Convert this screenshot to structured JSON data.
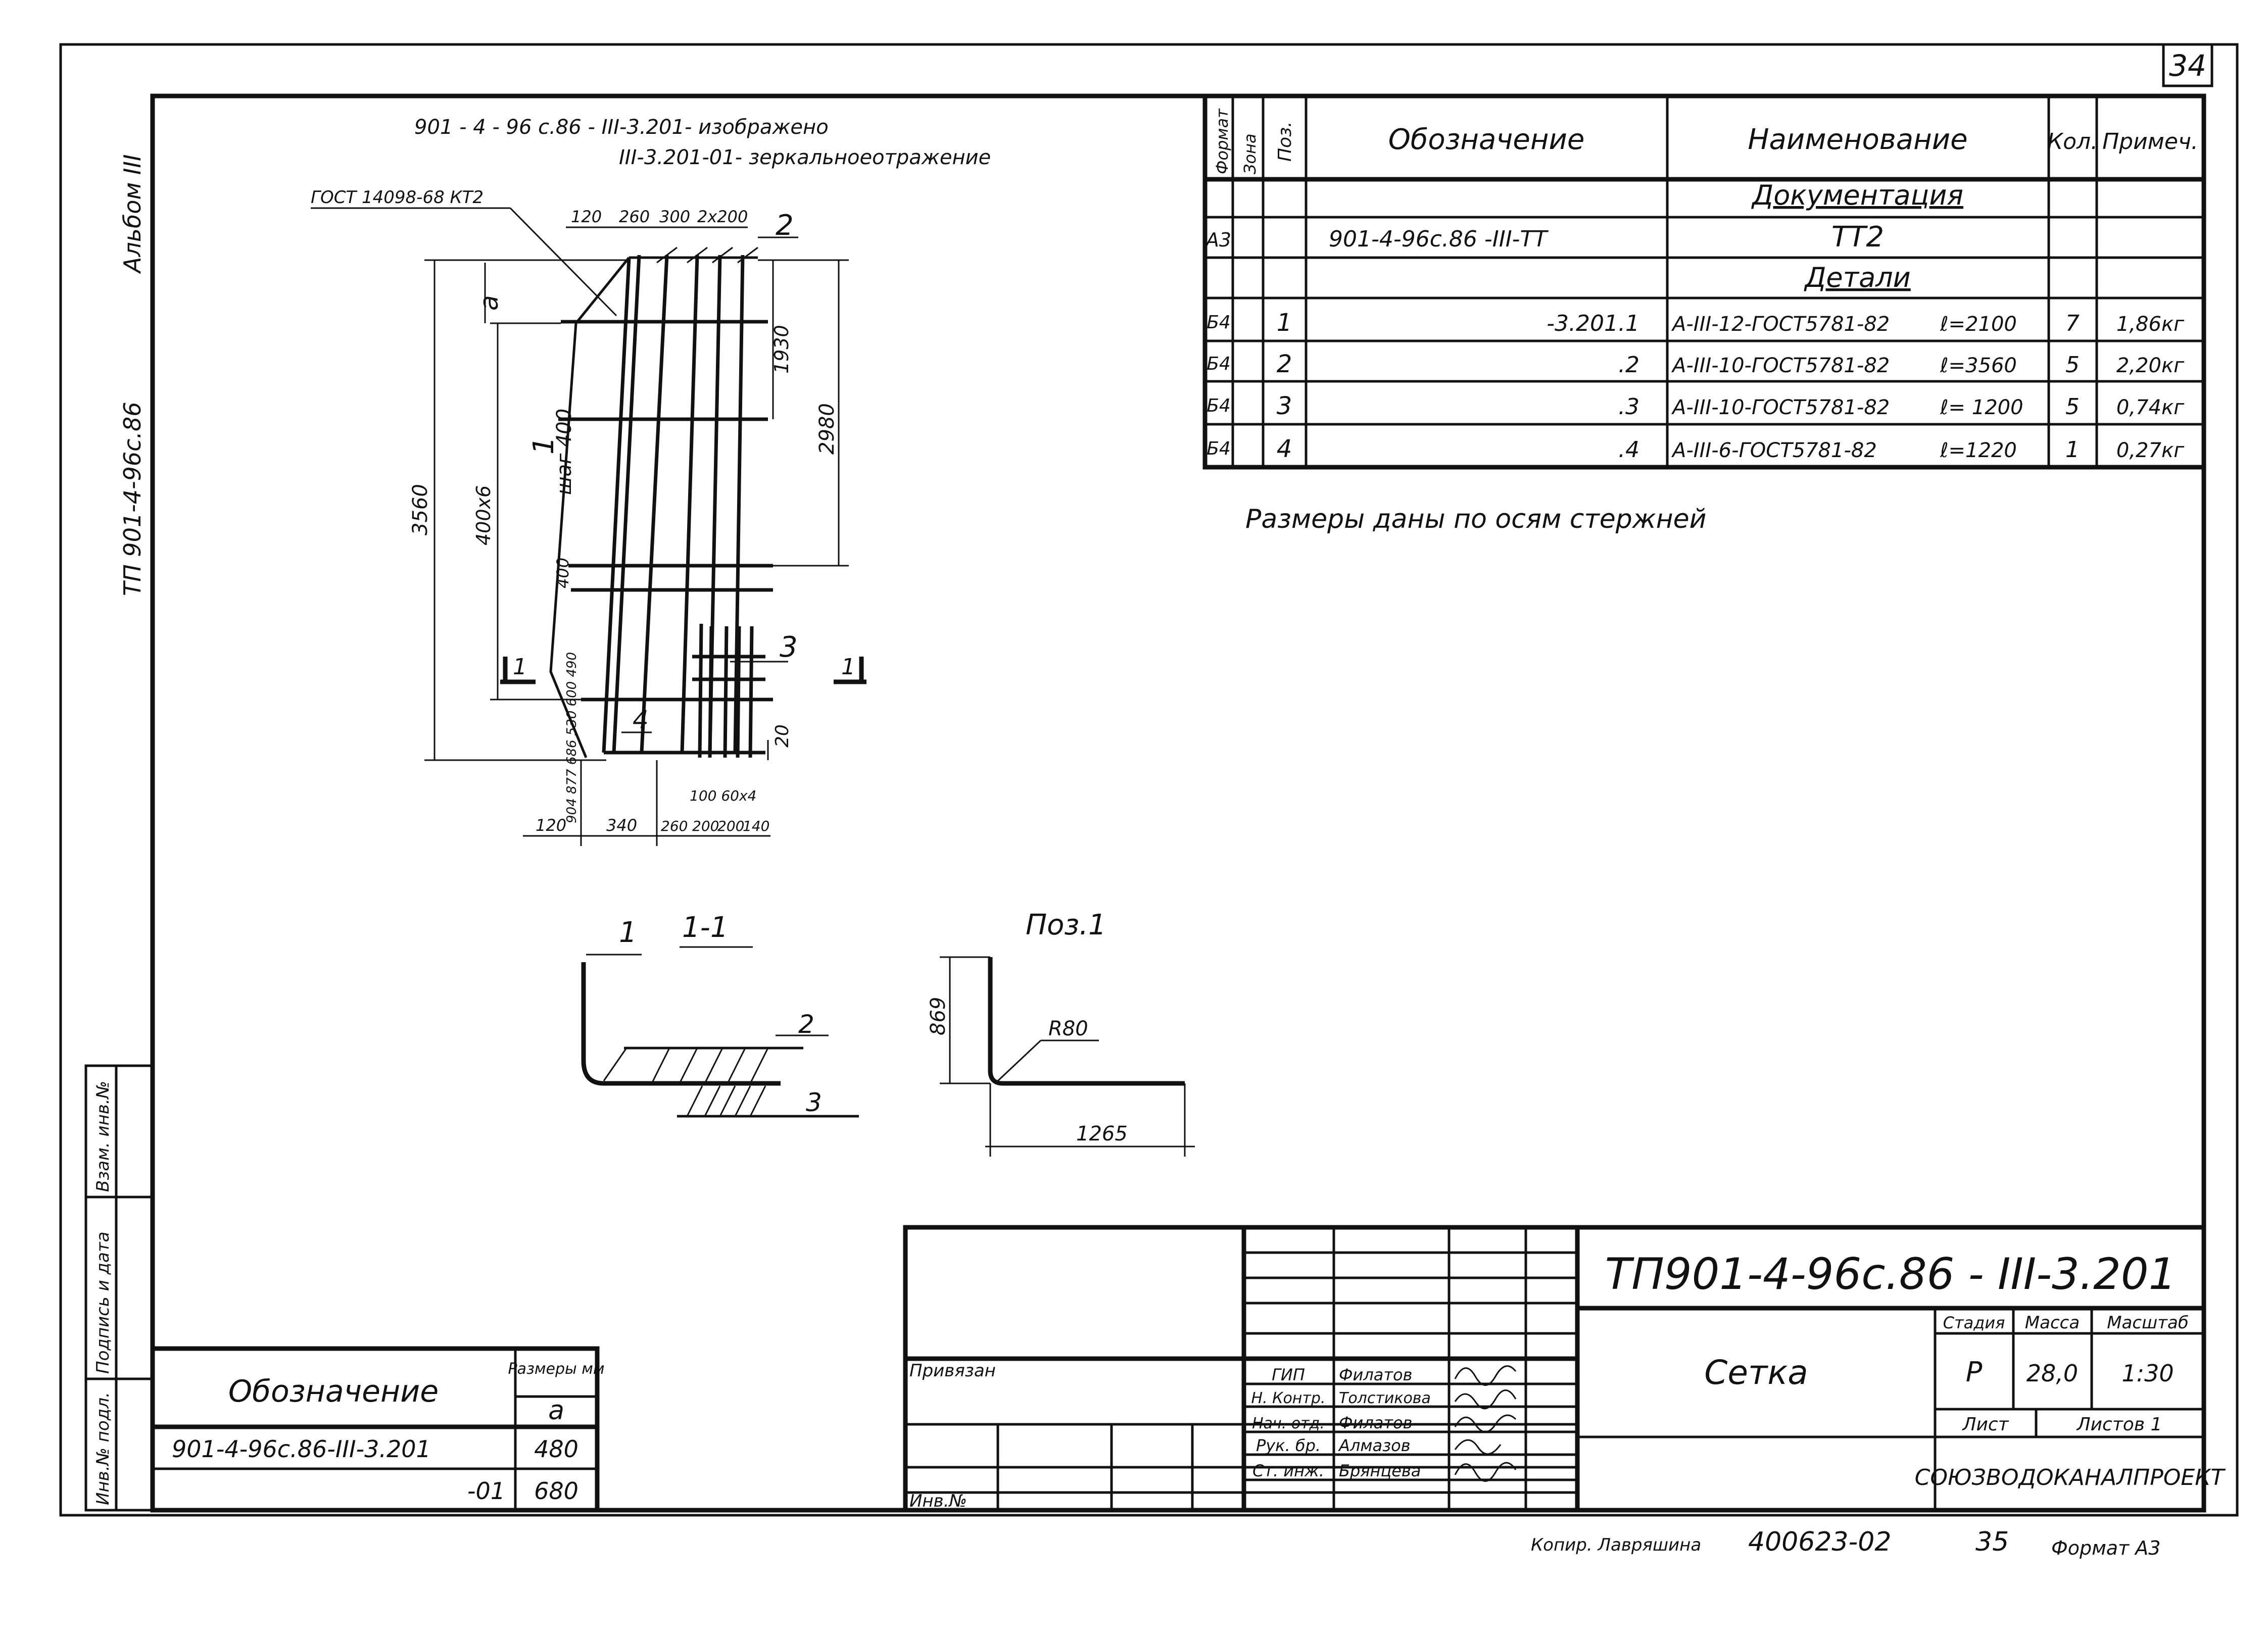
{
  "sheet": {
    "page_number": "34"
  },
  "side": {
    "album": "Альбом III",
    "project_code": "ТП 901-4-96с.86"
  },
  "header_note": {
    "line1": "901 - 4 - 96 с.86 - III-3.201- изображено",
    "line2": "III-3.201-01- зеркальноеотражение"
  },
  "main_view": {
    "gost_label": "ГОСТ 14098-68 КТ2",
    "top_dims": [
      "120",
      "260",
      "300",
      "2x200"
    ],
    "dim_a": "а",
    "dim_1930": "1930",
    "dim_2980": "2980",
    "dim_3560": "3560",
    "dim_400x6": "400х6",
    "step_label": "шаг 400",
    "dim_400": "400",
    "dim_20": "20",
    "bottom_dims": [
      "120",
      "340",
      "260",
      "200",
      "200",
      "140"
    ],
    "dims_100_60x4": "100 60х4",
    "left_low_dims": "904 877 686 530 600 490",
    "callouts": [
      "1",
      "2",
      "3",
      "4"
    ],
    "section_marks": [
      "1",
      "1"
    ]
  },
  "section_view": {
    "title": "1-1",
    "callouts": [
      "1",
      "2",
      "3"
    ]
  },
  "pos1_view": {
    "title": "Поз.1",
    "dim_869": "869",
    "dim_r80": "R80",
    "dim_1265": "1265"
  },
  "spec_table": {
    "headers": [
      "Формат",
      "Зона",
      "Поз.",
      "Обозначение",
      "Наименование",
      "Кол.",
      "Примеч."
    ],
    "section_doc": "Документация",
    "doc_row": {
      "format": "А3",
      "designation": "901-4-96с.86  -III-ТТ",
      "name": "ТТ2"
    },
    "section_details": "Детали",
    "rows": [
      {
        "format": "Б4",
        "pos": "1",
        "designation": "-3.201.1",
        "name": "А-III-12-ГОСТ5781-82",
        "length": "ℓ=2100",
        "qty": "7",
        "note": "1,86кг"
      },
      {
        "format": "Б4",
        "pos": "2",
        "designation": ".2",
        "name": "А-III-10-ГОСТ5781-82",
        "length": "ℓ=3560",
        "qty": "5",
        "note": "2,20кг"
      },
      {
        "format": "Б4",
        "pos": "3",
        "designation": ".3",
        "name": "А-III-10-ГОСТ5781-82",
        "length": "ℓ= 1200",
        "qty": "5",
        "note": "0,74кг"
      },
      {
        "format": "Б4",
        "pos": "4",
        "designation": ".4",
        "name": "А-III-6-ГОСТ5781-82",
        "length": "ℓ=1220",
        "qty": "1",
        "note": "0,27кг"
      }
    ]
  },
  "note": "Размеры даны по осям    стержней",
  "variants_table": {
    "header_designation": "Обозначение",
    "header_size": "Размеры мм",
    "header_a": "а",
    "rows": [
      {
        "designation": "901-4-96с.86-III-3.201",
        "value": "480"
      },
      {
        "designation": "-01",
        "value": "680"
      }
    ]
  },
  "left_stamp": [
    "Инв.№ подл.",
    "Подпись и дата",
    "Взам. инв.№"
  ],
  "title_block": {
    "code": "ТП901-4-96с.86 - III-3.201",
    "name": "Сетка",
    "stage_header": "Стадия",
    "mass_header": "Масса",
    "scale_header": "Масштаб",
    "stage": "Р",
    "mass": "28,0",
    "scale": "1:30",
    "sheet_label": "Лист",
    "sheets_label": "Листов 1",
    "org": "СОЮЗВОДОКАНАЛПРОЕКТ",
    "linked": "Привязан",
    "inv": "Инв.№",
    "roles": [
      {
        "role": "ГИП",
        "name": "Филатов"
      },
      {
        "role": "Н. Контр.",
        "name": "Толстикова"
      },
      {
        "role": "Нач. отд.",
        "name": "Филатов"
      },
      {
        "role": "Рук. бр.",
        "name": "Алмазов"
      },
      {
        "role": "Ст. инж.",
        "name": "Брянцева"
      }
    ]
  },
  "footer": {
    "copier": "Копир. Лавряшина",
    "order": "400623-02",
    "sheet_no": "35",
    "format": "Формат А3"
  }
}
